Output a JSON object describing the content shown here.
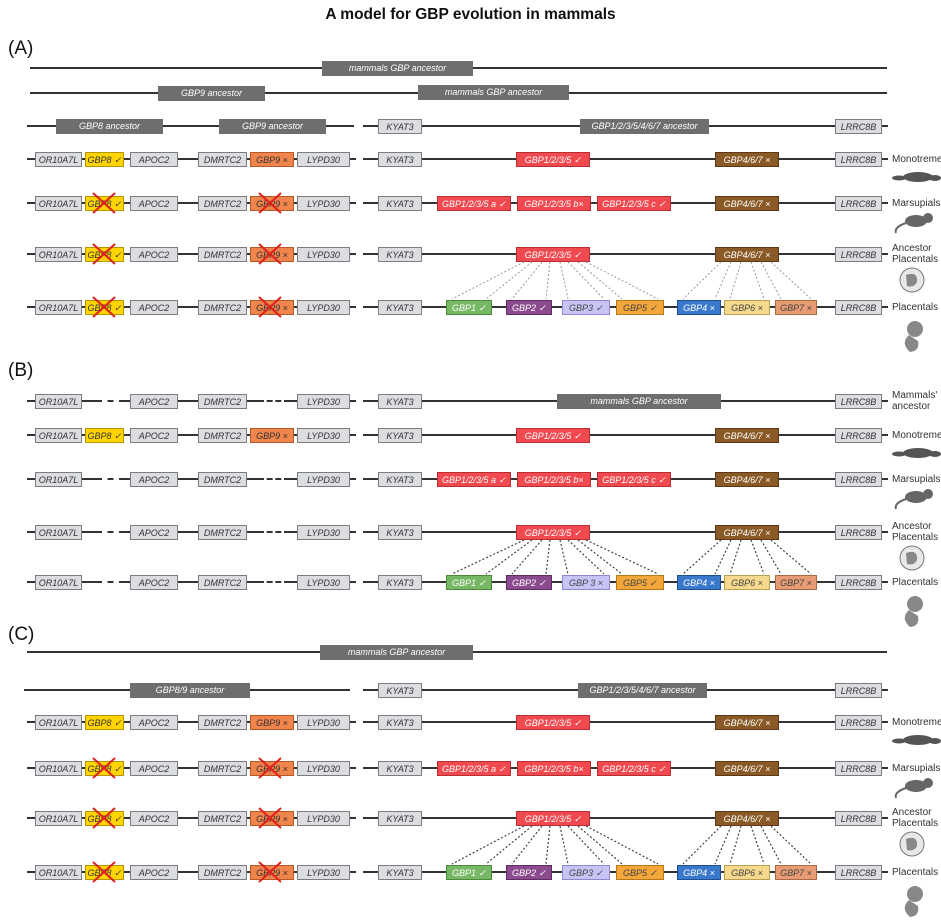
{
  "title": "A model for GBP evolution in mammals",
  "panels": {
    "a": "(A)",
    "b": "(B)",
    "c": "(C)"
  },
  "ancestors": {
    "mammals": "mammals GBP ancestor",
    "gbp9": "GBP9 ancestor",
    "gbp8": "GBP8 ancestor",
    "gbp1_7": "GBP1/2/3/5/4/6/7 ancestor",
    "gbp89": "GBP8/9 ancestor"
  },
  "genes": {
    "or10a7l": "OR10A7L",
    "gbp8": "GBP8 ✓",
    "apoc2": "APOC2",
    "dmrtc2": "DMRTC2",
    "gbp9": "GBP9 ×",
    "lypd30": "LYPD30",
    "kyat3": "KYAT3",
    "lrrc8b": "LRRC8B",
    "gbp1235": "GBP1/2/3/5 ✓",
    "gbp467": "GBP4/6/7 ×",
    "gbp1235a": "GBP1/2/3/5 a ✓",
    "gbp1235b": "GBP1/2/3/5 b×",
    "gbp1235c": "GBP1/2/3/5 c ✓",
    "gbp1": "GBP1 ✓",
    "gbp2": "GBP2 ✓",
    "gbp3a": "GBP3 ✓",
    "gbp3b": "GBP 3 ×",
    "gbp5": "GBP5 ✓",
    "gbp4": "GBP4 ×",
    "gbp6": "GBP6 ×",
    "gbp7": "GBP7 ×"
  },
  "species": {
    "monotremes": "Monotremes",
    "marsupials": "Marsupials",
    "ancestor_placentals": "Ancestor Placentals",
    "placentals": "Placentals",
    "mammals_ancestor": "Mammals' ancestor"
  },
  "colors": {
    "gbp8": "#ffd400",
    "gbp9": "#f0844d",
    "gbp1235": "#f0494f",
    "gbp467": "#8a5a26",
    "gbp1": "#77b865",
    "gbp2": "#8c4b8f",
    "gbp3": "#c8c3f5",
    "gbp5": "#f3a73a",
    "gbp4": "#3a78cc",
    "gbp6": "#f6d98c",
    "gbp7": "#e79c73",
    "flank": "#dcdde0",
    "ancestor_bar": "#6d6e70",
    "deletion_cross": "#e0201b"
  },
  "icons": {
    "monotreme": "platypus-icon",
    "marsupial": "opossum-icon",
    "ancestor_placental": "embryo-icon",
    "placental": "fetus-icon",
    "deletion": "red-cross-icon"
  }
}
